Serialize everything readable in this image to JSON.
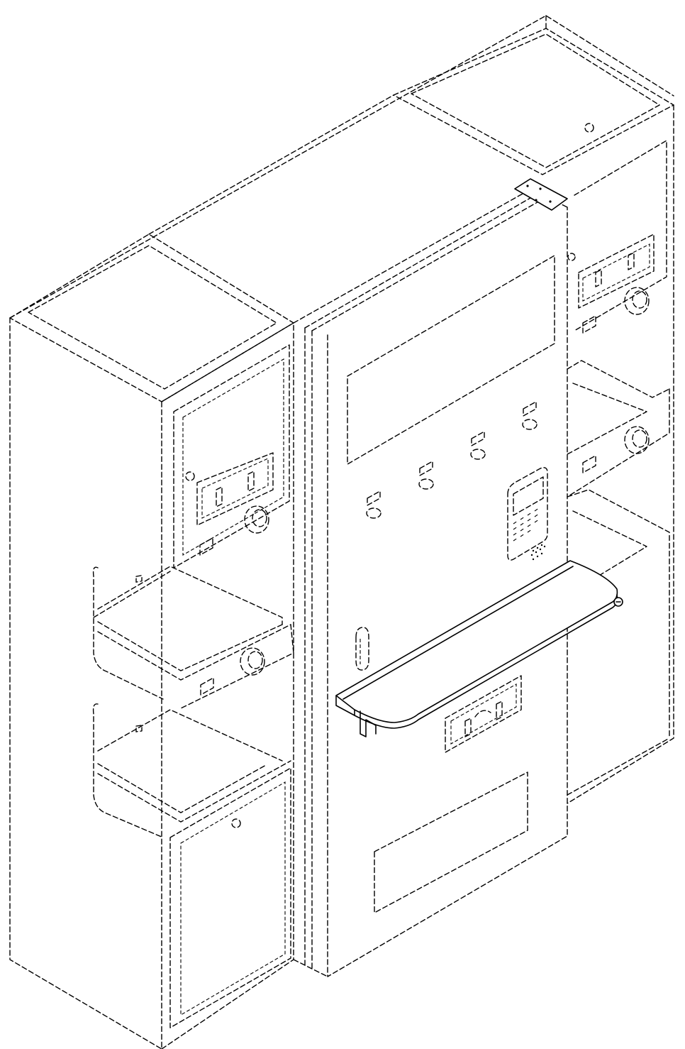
{
  "figure": {
    "subject": "patent-style-isometric-drawing",
    "shown_solid": "shelf",
    "shown_dashed": "kiosk-and-cabinets"
  },
  "colors": {
    "line": "#000000",
    "background": "#ffffff"
  }
}
